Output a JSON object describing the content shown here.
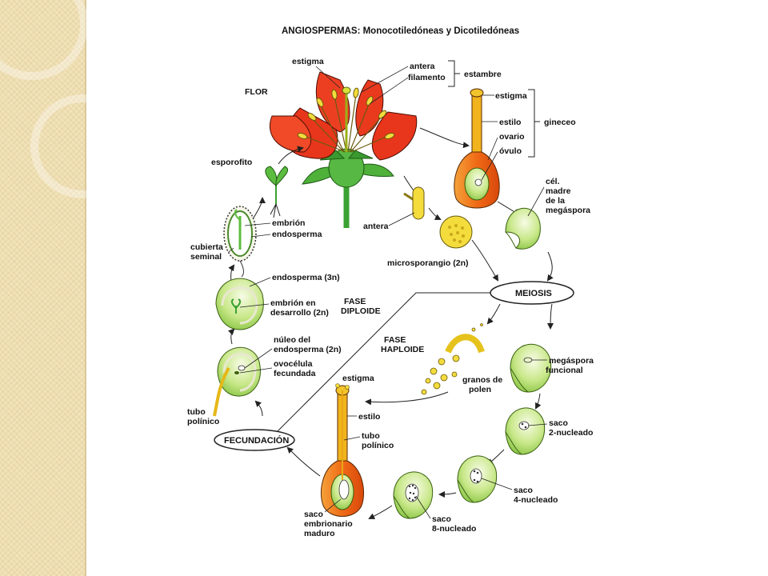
{
  "title": "ANGIOSPERMAS: Monocotiledóneas y Dicotiledóneas",
  "flower": {
    "section": "FLOR",
    "stigma": "estigma",
    "anther": "antera",
    "filament": "filamento",
    "stamen": "estambre"
  },
  "gynoecium": {
    "stigma": "estigma",
    "style": "estilo",
    "ovary": "ovario",
    "ovule": "óvulo",
    "group": "gineceo"
  },
  "megaspore_mother": [
    "cél.",
    "madre",
    "de    la",
    "megáspora"
  ],
  "sporophyte": "esporofito",
  "seed": {
    "embryo": "embrión",
    "endosperm": "endosperma",
    "coat": [
      "cubierta",
      "seminal"
    ]
  },
  "anther_label": "antera",
  "microsporangium": "microsporangio (2n)",
  "meiosis": "MEIOSIS",
  "developing": {
    "endosperm": "endosperma (3n)",
    "embryo": [
      "embrión en",
      "desarrollo (2n)"
    ]
  },
  "phases": {
    "diploid": [
      "FASE",
      "DIPLOIDE"
    ],
    "haploid": [
      "FASE",
      "HAPLOIDE"
    ]
  },
  "fertilized": {
    "nucleus": [
      "núleo del",
      "endosperma (2n)"
    ],
    "egg": [
      "ovocélula",
      "fecundada"
    ],
    "tube": [
      "tubo",
      "polínico"
    ]
  },
  "functional_megaspore": [
    "megáspora",
    "funcional"
  ],
  "pollen_grains": [
    "granos de",
    "polen"
  ],
  "pistil": {
    "stigma": "estigma",
    "style": "estilo",
    "tube": [
      "tubo",
      "polínico"
    ],
    "sac": [
      "saco",
      "embrionario",
      "maduro"
    ]
  },
  "fertilization": "FECUNDACIÓN",
  "sacs": {
    "two": [
      "saco",
      "2-nucleado"
    ],
    "four": [
      "saco",
      "4-nucleado"
    ],
    "eight": [
      "saco",
      "8-nucleado"
    ]
  },
  "colors": {
    "petal": "#e8361c",
    "stem": "#3aa232",
    "pollen": "#f3dc3c",
    "ovule_green": "#a8d84a",
    "ovary_orange": "#f07a18",
    "band": "#f1e2b8"
  }
}
